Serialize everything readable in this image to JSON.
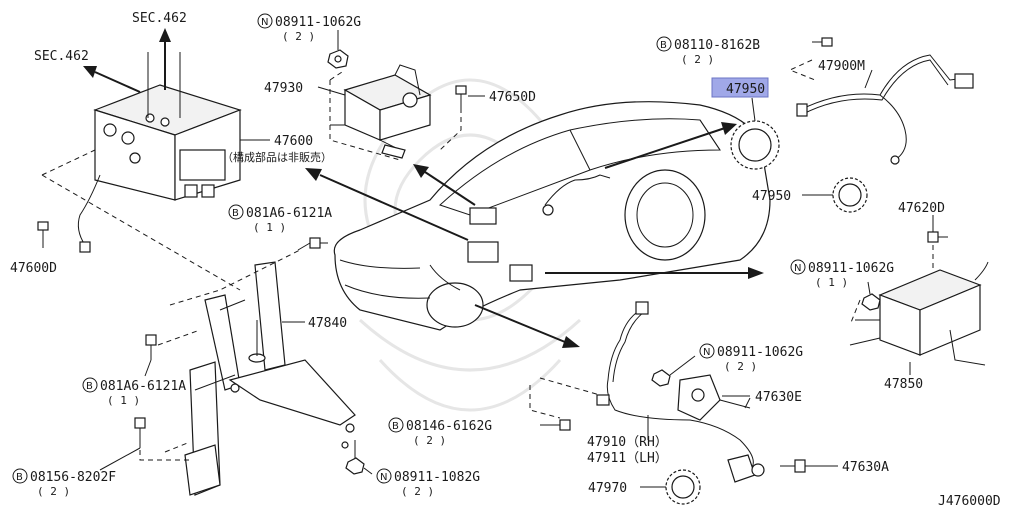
{
  "diagram_id": "J476000D",
  "highlight_color": "#a0a8e8",
  "labels": {
    "sec462_top": "SEC.462",
    "sec462_left": "SEC.462",
    "p47600": "47600",
    "p47600_note": "（構成部品は非販売）",
    "p47600D": "47600D",
    "p47930": "47930",
    "p47650D": "47650D",
    "n08911_1062G_top": "08911-1062G",
    "n08911_1062G_top_qty": "( 2 )",
    "b08110_8162B": "08110-8162B",
    "b08110_8162B_qty": "( 2 )",
    "p47900M": "47900M",
    "p47950_hl": "47950",
    "p47950": "47950",
    "p47620D": "47620D",
    "n08911_1062G_right": "08911-1062G",
    "n08911_1062G_right_qty": "( 1 )",
    "p47850": "47850",
    "b081A6_6121A_top": "081A6-6121A",
    "b081A6_6121A_top_qty": "( 1 )",
    "p47840": "47840",
    "b081A6_6121A_bot": "081A6-6121A",
    "b081A6_6121A_bot_qty": "( 1 )",
    "b08156_8202F": "08156-8202F",
    "b08156_8202F_qty": "( 2 )",
    "b08146_6162G": "08146-6162G",
    "b08146_6162G_qty": "( 2 )",
    "n08911_1082G": "08911-1082G",
    "n08911_1082G_qty": "( 2 )",
    "n08911_1062G_mid": "08911-1062G",
    "n08911_1062G_mid_qty": "( 2 )",
    "p47630E": "47630E",
    "p47910": "47910（RH）",
    "p47911": "47911（LH）",
    "p47970": "47970",
    "p47630A": "47630A",
    "marker_B": "B",
    "marker_N": "N"
  }
}
